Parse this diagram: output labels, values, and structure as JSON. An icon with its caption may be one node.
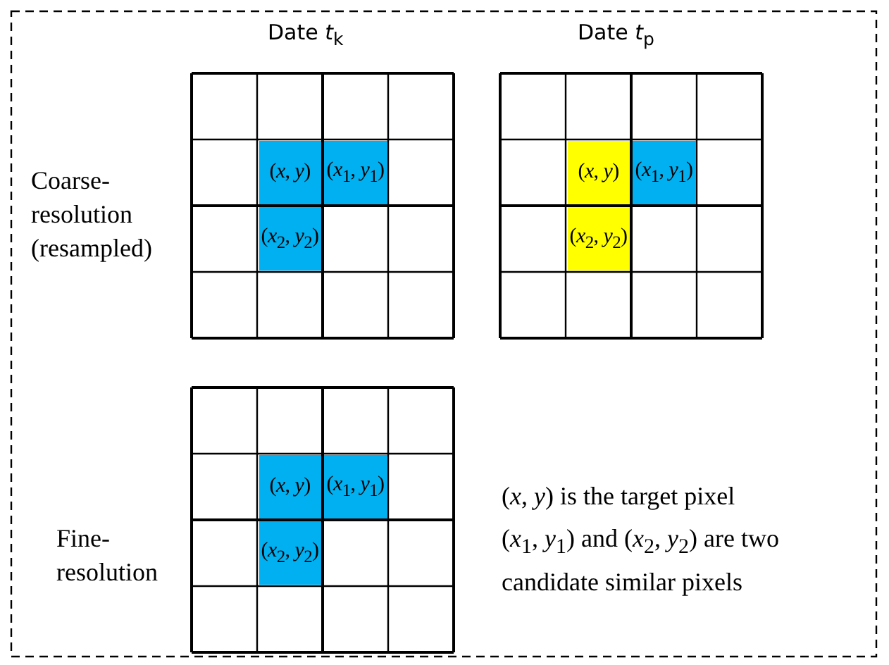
{
  "diagram": {
    "nodes": [
      {
        "text": [
          "(*x*, *y*)"
        ]
      },
      {
        "text": [
          "(*x*$_{1}$, *y*$_{1}$)"
        ]
      },
      {
        "text": [
          "(*x*$_{2}$, *y*$_{2}$)"
        ]
      },
      {
        "text": [
          "(*x*, *y*)"
        ]
      },
      {
        "text": [
          "(*x*$_{1}$, *y*$_{1}$)"
        ]
      },
      {
        "text": [
          "(*x*$_{2}$, *y*$_{2}$)"
        ]
      },
      {
        "text": [
          "(*x*, *y*)"
        ]
      },
      {
        "text": [
          "(*x*$_{1}$, *y*$_{1}$)"
        ]
      },
      {
        "text": [
          "(*x*$_{2}$, *y*$_{2}$)"
        ]
      }
    ],
    "edges": [],
    "labels": [
      "Date *t*$_{k}$",
      "Date *t*$_{p}$",
      "Coarse-resolution (resampled)",
      "Fine-resolution",
      "(*x*, *y*) is the target pixel",
      "(*x*$_{1}$, *y*$_{1}$) and (*x*$_{2}$, *y*$_{2}$) are two candidate similar pixels"
    ]
  }
}
